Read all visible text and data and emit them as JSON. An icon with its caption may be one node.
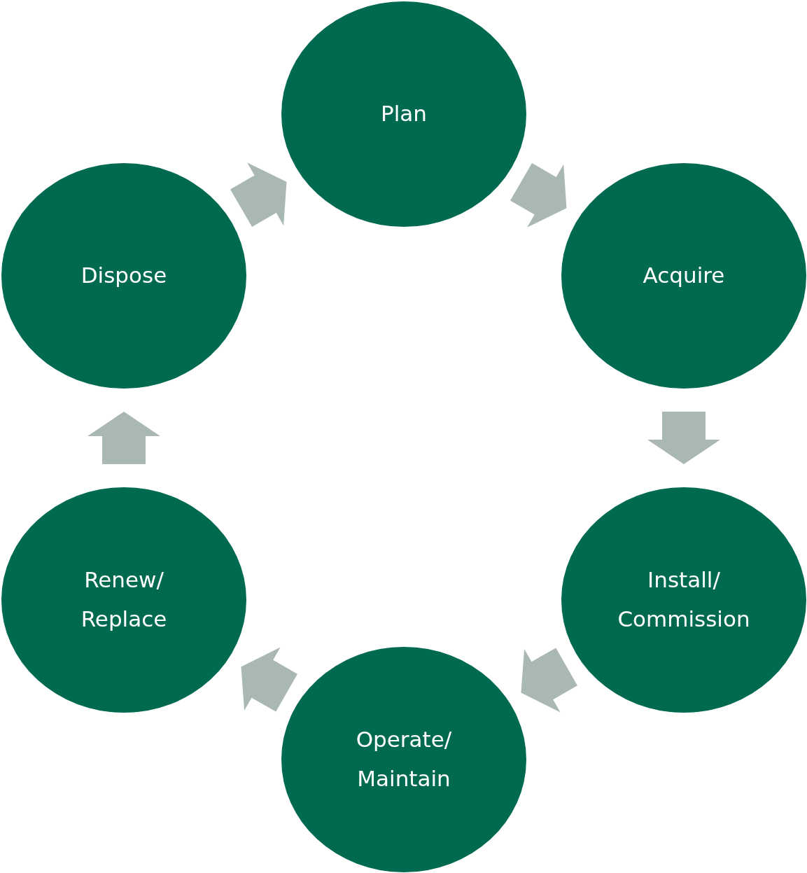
{
  "diagram": {
    "nodes": [
      {
        "text": [
          "Plan"
        ]
      },
      {
        "text": [
          "Acquire"
        ]
      },
      {
        "text": [
          "Install/ Commission"
        ]
      },
      {
        "text": [
          "Operate/ Maintain"
        ]
      },
      {
        "text": [
          "Renew/ Replace"
        ]
      },
      {
        "text": [
          "Dispose"
        ]
      }
    ],
    "edges": [
      {
        "from": 0,
        "to": 1,
        "arrow": "to"
      },
      {
        "from": 1,
        "to": 2,
        "arrow": "to"
      },
      {
        "from": 2,
        "to": 3,
        "arrow": "to"
      },
      {
        "from": 3,
        "to": 4,
        "arrow": "to"
      },
      {
        "from": 4,
        "to": 5,
        "arrow": "to"
      },
      {
        "from": 5,
        "to": 0,
        "arrow": "to"
      }
    ]
  }
}
